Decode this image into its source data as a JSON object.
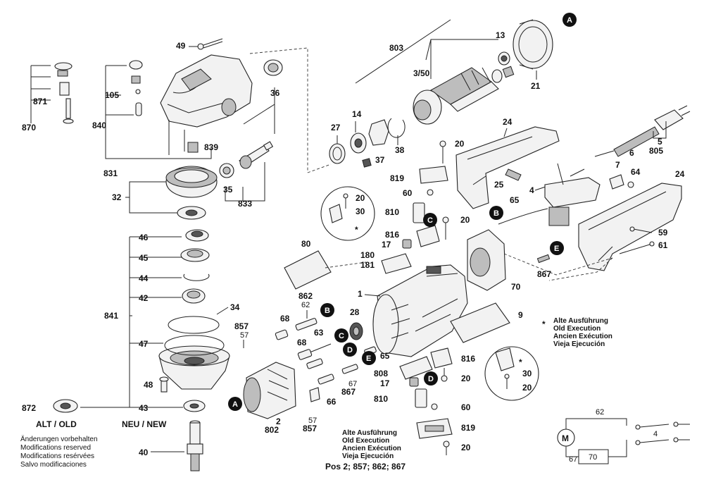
{
  "labels": {
    "p49": "49",
    "p105": "105",
    "p871": "871",
    "p870": "870",
    "p840": "840",
    "p36": "36",
    "p839": "839",
    "p831": "831",
    "p35": "35",
    "p833": "833",
    "p32": "32",
    "p46": "46",
    "p45": "45",
    "p44": "44",
    "p42": "42",
    "p841": "841",
    "p34": "34",
    "p47": "47",
    "p48": "48",
    "p43": "43",
    "p872": "872",
    "p40": "40",
    "p803": "803",
    "p13": "13",
    "p350": "3/50",
    "p21": "21",
    "p27": "27",
    "p14": "14",
    "p37": "37",
    "p38": "38",
    "p24a": "24",
    "p20a": "20",
    "p819a": "819",
    "p60a": "60",
    "p25": "25",
    "p4a": "4",
    "p7": "7",
    "p64": "64",
    "p6": "6",
    "p5": "5",
    "p805": "805",
    "p24b": "24",
    "p810a": "810",
    "p816a": "816",
    "p17a": "17",
    "p20b": "20",
    "p65a": "65",
    "p59": "59",
    "p61": "61",
    "p80": "80",
    "p180": "180",
    "p181": "181",
    "p70": "70",
    "p867a": "867",
    "p1": "1",
    "p9": "9",
    "p862": "862",
    "p62": "62",
    "p68a": "68",
    "p28": "28",
    "p857a": "857",
    "p57a": "57",
    "p63": "63",
    "p68b": "68",
    "p65b": "65",
    "p808": "808",
    "p816b": "816",
    "p20c": "20",
    "p17b": "17",
    "p20d": "20",
    "p67": "67",
    "p867b": "867",
    "p66": "66",
    "p810b": "810",
    "p60b": "60",
    "p819b": "819",
    "p20e": "20",
    "p2": "2",
    "p802": "802",
    "p57b": "57",
    "p857b": "857",
    "p20s1": "20",
    "p30s1": "30",
    "p30s2": "30",
    "p20s2": "20"
  },
  "badges": {
    "a1": "A",
    "a2": "A",
    "b1": "B",
    "b2": "B",
    "c1": "C",
    "c2": "C",
    "d1": "D",
    "d2": "D",
    "e1": "E",
    "e2": "E"
  },
  "legend": {
    "star": "*",
    "lines": [
      "Alte Ausführung",
      "Old Execution",
      "Ancien Exécution",
      "Vieja Ejecución"
    ]
  },
  "bottom_note": {
    "lines": [
      "Alte Ausführung",
      "Old Execution",
      "Ancien Exécution",
      "Vieja Ejecución"
    ],
    "pos": "Pos 2; 857; 862; 867"
  },
  "alt_new": {
    "alt": "ALT / OLD",
    "new": "NEU / NEW"
  },
  "disclaimer": [
    "Änderungen vorbehalten",
    "Modifications reserved",
    "Modifications resérvées",
    "Salvo modificaciones"
  ],
  "schematic": {
    "l62": "62",
    "l4": "4",
    "l70": "70",
    "l67": "67",
    "motor": "M"
  }
}
